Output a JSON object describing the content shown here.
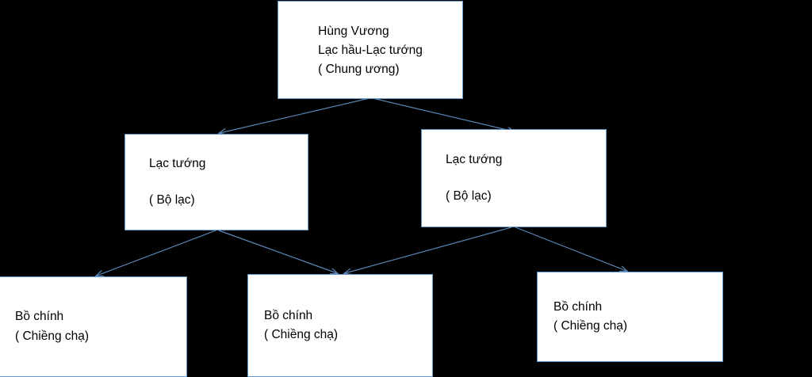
{
  "diagram": {
    "title": "Vietnamese Van Lang state organization chart",
    "background_color": "#000000",
    "box_fill": "#ffffff",
    "box_border": "#6699cc",
    "connector_color": "#5b87b5",
    "nodes": [
      {
        "id": "root",
        "lines": [
          "Hùng Vương",
          "Lạc hầu-Lạc tướng",
          "( Chung ương)"
        ]
      },
      {
        "id": "mid-left",
        "lines": [
          "Lạc tướng",
          "( Bộ lạc)"
        ]
      },
      {
        "id": "mid-right",
        "lines": [
          "Lạc tướng",
          "( Bộ lạc)"
        ]
      },
      {
        "id": "leaf-1",
        "lines": [
          "Bồ chính",
          "( Chiềng chạ)"
        ]
      },
      {
        "id": "leaf-2",
        "lines": [
          "Bồ chính",
          "( Chiềng chạ)"
        ]
      },
      {
        "id": "leaf-3",
        "lines": [
          "Bồ chính",
          "( Chiềng chạ)"
        ]
      }
    ]
  }
}
